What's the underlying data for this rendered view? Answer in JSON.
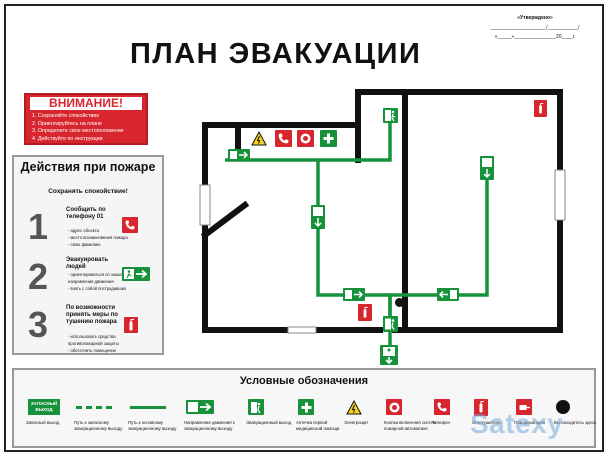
{
  "approval": {
    "header": "«Утверждено»",
    "line_signature": "____________________/___________/",
    "line_date": "«_____»_______________20____г."
  },
  "title": "ПЛАН ЭВАКУАЦИИ",
  "attention": {
    "title": "ВНИМАНИЕ!",
    "items": [
      "1. Сохраняйте спокойствие",
      "2. Ориентируйтесь на плане",
      "3. Определите свое местоположение",
      "4. Действуйте по инструкции"
    ]
  },
  "actions": {
    "title": "Действия при пожаре",
    "subtitle": "Сохранять спокойствие!",
    "steps": [
      {
        "number": "1",
        "heading": "Сообщить по телефону 01",
        "items": [
          "- адрес объекта",
          "- место возникновения пожара",
          "- свою фамилию"
        ],
        "icon": "phone-icon"
      },
      {
        "number": "2",
        "heading": "Эвакуировать людей",
        "items": [
          "- ориентироваться по знакам",
          "направления движения",
          "- взять с собой пострадавших"
        ],
        "icon": "exit-arrow-icon"
      },
      {
        "number": "3",
        "heading": "По возможности принять меры по тушению пожара",
        "items": [
          "- использовать средства",
          "противопожарной защиты",
          "- обесточить помещение"
        ],
        "icon": "fire-extinguisher-icon"
      }
    ]
  },
  "legend": {
    "title": "Условные обозначения",
    "items": [
      {
        "label": "Запасный выход",
        "symbol": "spare-exit-sign",
        "sign_text": "ЗАПАСНЫЙ ВЫХОД"
      },
      {
        "label": "Путь к запасному эвакуационному выходу",
        "symbol": "dashed-green-line"
      },
      {
        "label": "Путь к основному эвакуационному выходу",
        "symbol": "solid-green-line"
      },
      {
        "label": "Направление движения к эвакуационному выходу",
        "symbol": "exit-arrow-icon"
      },
      {
        "label": "Эвакуационный выход",
        "symbol": "evacuation-exit-icon"
      },
      {
        "label": "Аптечка первой медицинской помощи",
        "symbol": "first-aid-icon"
      },
      {
        "label": "Электрощит",
        "symbol": "electric-hazard-icon"
      },
      {
        "label": "Кнопка включения систем пожарной автоматики",
        "symbol": "fire-alarm-button-icon"
      },
      {
        "label": "Телефон",
        "symbol": "phone-icon"
      },
      {
        "label": "Огнетушитель",
        "symbol": "fire-extinguisher-icon"
      },
      {
        "label": "Пожарный кран",
        "symbol": "fire-hydrant-icon"
      },
      {
        "label": "Вы находитесь здесь",
        "symbol": "you-are-here-dot"
      }
    ]
  },
  "colors": {
    "evac_green": "#17923b",
    "safety_red": "#d7262e",
    "wall": "#111111",
    "warning_yellow": "#f4d21f"
  },
  "watermark": "Satexy"
}
